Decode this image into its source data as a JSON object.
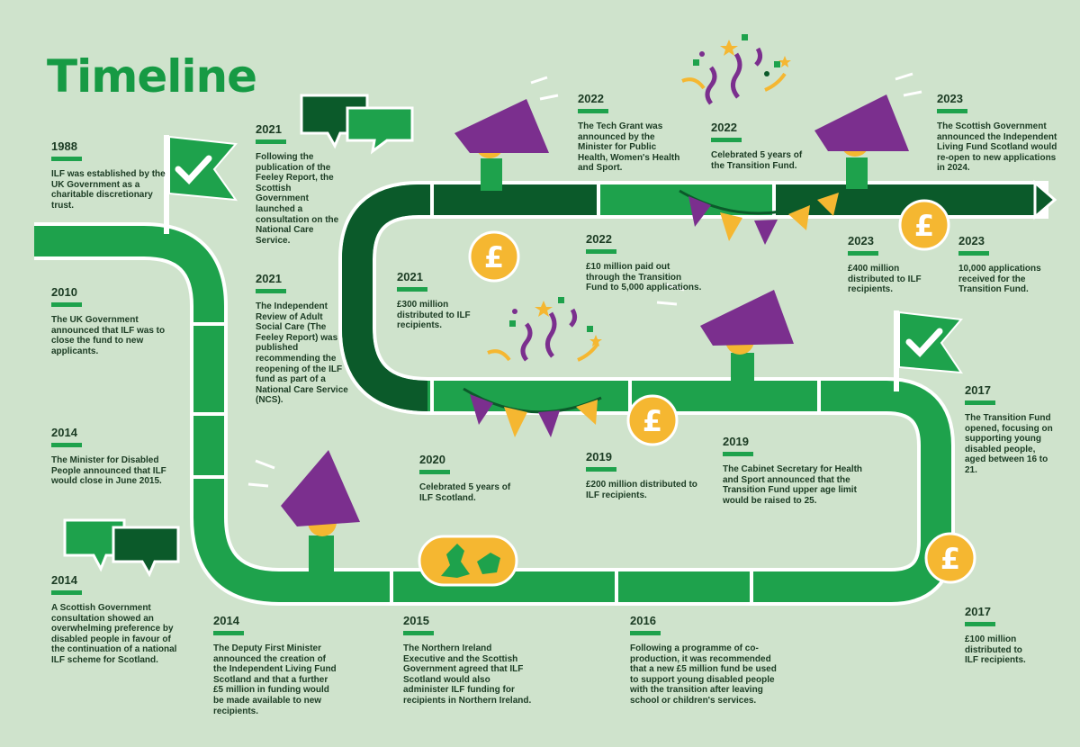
{
  "title": "Timeline",
  "colors": {
    "background": "#cfe3cc",
    "green": "#1ea24c",
    "dark_green": "#0b5a2a",
    "purple": "#7b2f8e",
    "gold": "#f5b731",
    "road_line": "#ffffff"
  },
  "icons": [
    "flag-check-icon",
    "speech-bubbles-icon",
    "megaphone-icon",
    "pound-coin-icon",
    "confetti-icon",
    "bunting-icon",
    "map-icon"
  ],
  "events": [
    {
      "year": "1988",
      "text": "ILF was established by the UK Government as a charitable discretionary trust."
    },
    {
      "year": "2010",
      "text": "The UK Government announced that ILF was to close the fund to new applicants."
    },
    {
      "year": "2014",
      "text": "The Minister for Disabled People announced that ILF would close in June 2015."
    },
    {
      "year": "2014",
      "text": "A Scottish Government consultation showed an overwhelming preference by disabled people in favour of the continuation of a national ILF scheme for Scotland."
    },
    {
      "year": "2014",
      "text": "The Deputy First Minister announced the creation of the Independent Living Fund Scotland and that a further £5 million in funding would be made available to new recipients."
    },
    {
      "year": "2015",
      "text": "The Northern Ireland Executive and the Scottish Government agreed that ILF Scotland would also administer ILF funding for recipients in Northern Ireland."
    },
    {
      "year": "2016",
      "text": "Following a programme of co-production, it was recommended that a new £5 million fund be used to support young disabled people with the transition after leaving school or children's services."
    },
    {
      "year": "2017",
      "text": "£100 million distributed to ILF recipients."
    },
    {
      "year": "2017",
      "text": "The Transition Fund opened, focusing on supporting young disabled people, aged between 16 to 21."
    },
    {
      "year": "2019",
      "text": "The Cabinet Secretary for Health and Sport announced that the Transition Fund upper age limit would be raised to 25."
    },
    {
      "year": "2019",
      "text": "£200 million distributed to ILF recipients."
    },
    {
      "year": "2020",
      "text": "Celebrated 5 years of ILF Scotland."
    },
    {
      "year": "2021",
      "text": "£300 million distributed to ILF recipients."
    },
    {
      "year": "2021",
      "text": "The Independent Review of Adult Social Care (The Feeley Report) was published recommending the reopening of the ILF fund as part of a National Care Service (NCS)."
    },
    {
      "year": "2021",
      "text": "Following the publication of the Feeley Report, the Scottish Government launched a consultation on the National Care Service."
    },
    {
      "year": "2022",
      "text": "£10 million paid out through the Transition Fund to 5,000 applications."
    },
    {
      "year": "2022",
      "text": "The Tech Grant was announced by the Minister for Public Health, Women's Health and Sport."
    },
    {
      "year": "2022",
      "text": "Celebrated 5 years of the Transition Fund."
    },
    {
      "year": "2023",
      "text": "£400 million distributed to ILF recipients."
    },
    {
      "year": "2023",
      "text": "10,000 applications received for the Transition Fund."
    },
    {
      "year": "2023",
      "text": "The Scottish Government announced the Independent Living Fund Scotland would re-open to new applications in 2024."
    }
  ]
}
